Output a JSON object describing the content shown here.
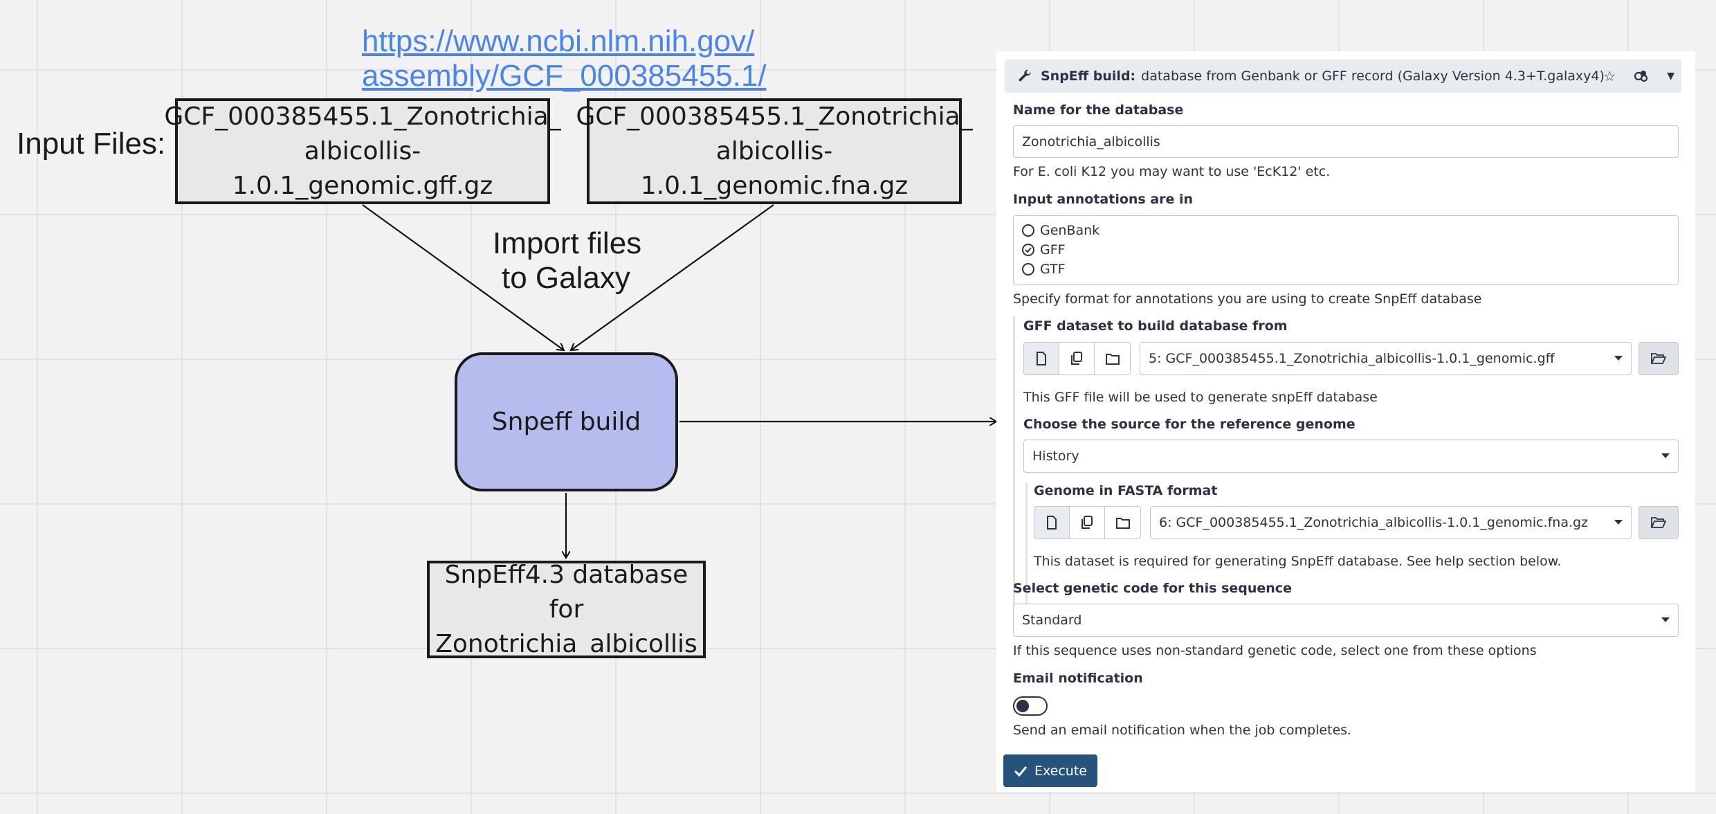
{
  "diagram": {
    "url_line1": "https://www.ncbi.nlm.nih.gov/",
    "url_line2": "assembly/GCF_000385455.1/",
    "input_label": "Input Files:",
    "gff_file_line1": "GCF_000385455.1_Zonotrichia_",
    "gff_file_line2": "albicollis-1.0.1_genomic.gff.gz",
    "fna_file_line1": "GCF_000385455.1_Zonotrichia_",
    "fna_file_line2": "albicollis-1.0.1_genomic.fna.gz",
    "import_line1": "Import files",
    "import_line2": "to Galaxy",
    "snpeff_node": "Snpeff build",
    "output_line1": "SnpEff4.3 database for",
    "output_line2": "Zonotrichia_albicollis",
    "colors": {
      "node_fill": "#b7bcee",
      "box_fill": "#e8e8e8",
      "link": "#4a86e8"
    }
  },
  "tool": {
    "name": "SnpEff build:",
    "description": "database from Genbank or GFF record (Galaxy Version 4.3+T.galaxy4)",
    "header_icons": [
      "star-icon",
      "share-icon",
      "chevron-down-icon"
    ],
    "db_name_label": "Name for the database",
    "db_name_value": "Zonotrichia_albicollis",
    "db_name_help": "For E. coli K12 you may want to use 'EcK12' etc.",
    "annotations_label": "Input annotations are in",
    "annotation_options": [
      "GenBank",
      "GFF",
      "GTF"
    ],
    "annotation_selected": "GFF",
    "annotations_help": "Specify format for annotations you are using to create SnpEff database",
    "gff_label": "GFF dataset to build database from",
    "gff_value": "5: GCF_000385455.1_Zonotrichia_albicollis-1.0.1_genomic.gff",
    "gff_help": "This GFF file will be used to generate snpEff database",
    "ref_source_label": "Choose the source for the reference genome",
    "ref_source_value": "History",
    "fasta_label": "Genome in FASTA format",
    "fasta_value": "6: GCF_000385455.1_Zonotrichia_albicollis-1.0.1_genomic.fna.gz",
    "fasta_help": "This dataset is required for generating SnpEff database. See help section below.",
    "genetic_code_label": "Select genetic code for this sequence",
    "genetic_code_value": "Standard",
    "genetic_code_help": "If this sequence uses non-standard genetic code, select one from these options",
    "email_label": "Email notification",
    "email_enabled": false,
    "email_help": "Send an email notification when the job completes.",
    "execute_label": "Execute",
    "colors": {
      "execute": "#25537b",
      "text": "#2c3143"
    }
  }
}
